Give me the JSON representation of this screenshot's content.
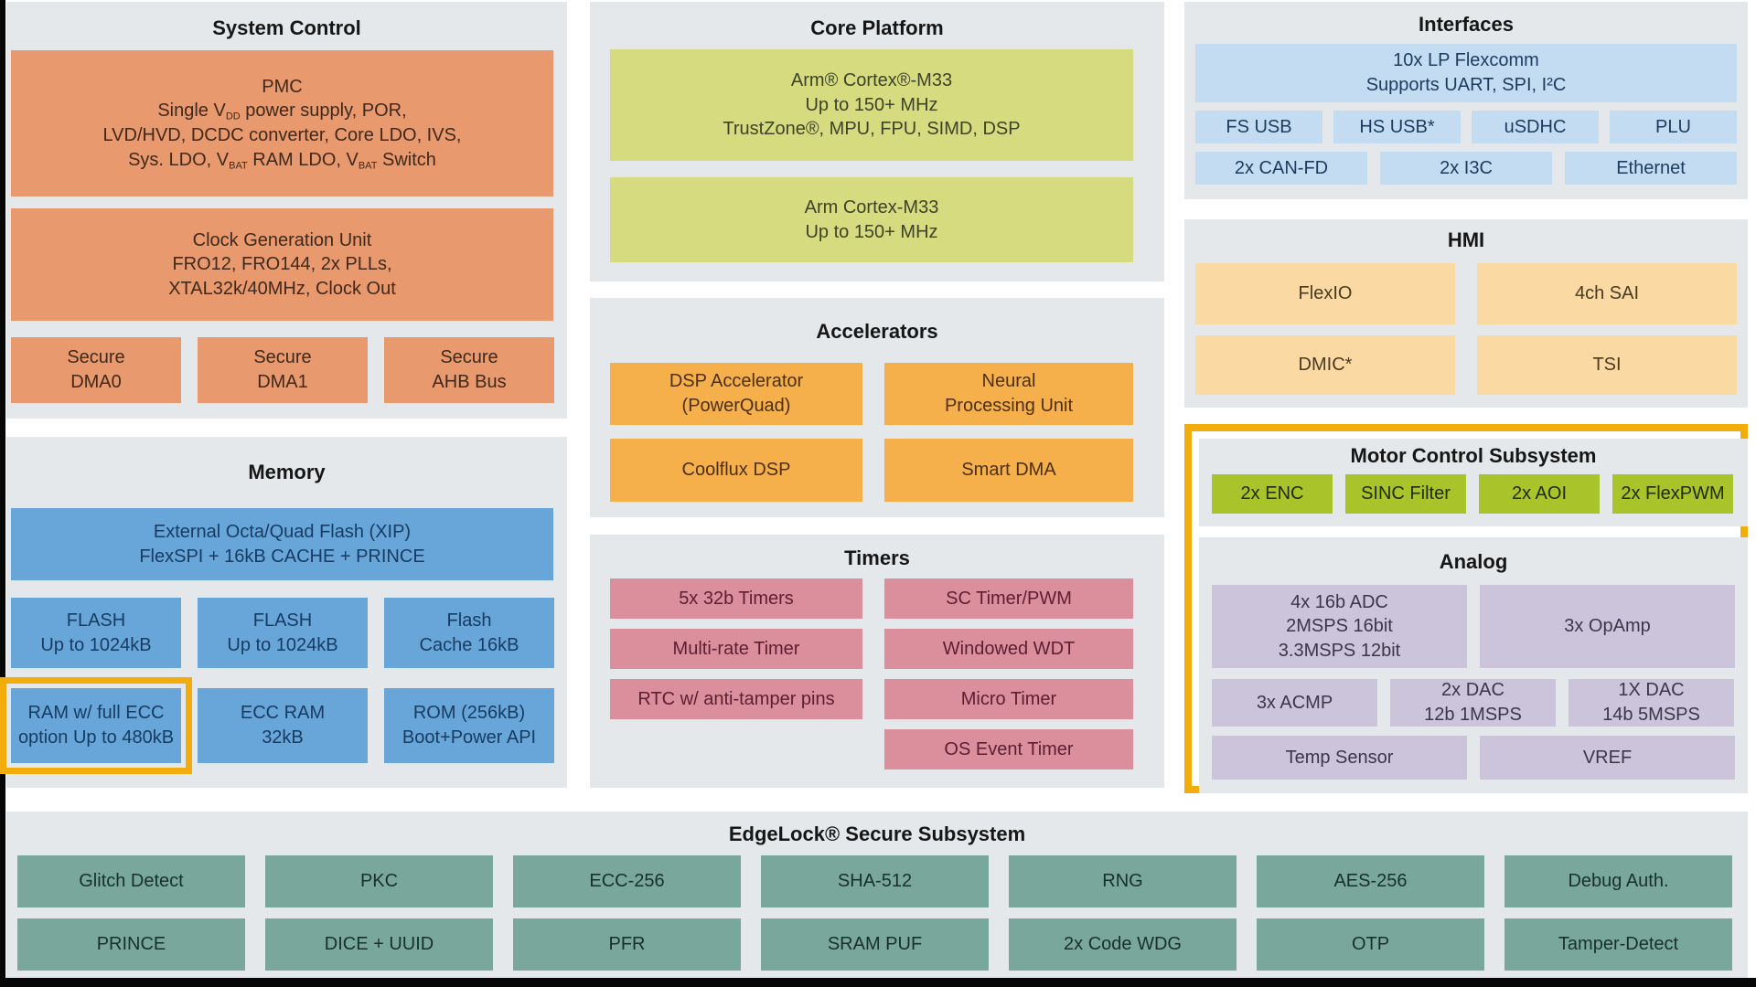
{
  "colors": {
    "panel_bg": "#e4e8ea",
    "highlight": "#f2ad0d",
    "title_text": "#161616",
    "sc_block": "#e8996e",
    "sc_text": "#40291a",
    "mem_block": "#68a6da",
    "mem_text": "#173c63",
    "cpu_block": "#d6db7f",
    "cpu_text": "#3d4328",
    "acc_block": "#f5b04c",
    "acc_text": "#4d2f10",
    "tim_block": "#db8e9c",
    "tim_text": "#5c1f32",
    "int_block": "#c3dcf2",
    "int_text": "#1c3b5e",
    "hmi_block": "#fbd9a2",
    "hmi_text": "#4a3a22",
    "mot_block": "#a9c32b",
    "mot_text": "#222a00",
    "ana_block": "#ccc4db",
    "ana_text": "#3c3647",
    "el_block": "#7aa79c",
    "el_text": "#17312a"
  },
  "system_control": {
    "title": "System Control",
    "pmc_lines": [
      [
        {
          "t": "PMC"
        }
      ],
      [
        {
          "t": "Single V"
        },
        {
          "s": "DD"
        },
        {
          "t": " power supply, POR,"
        }
      ],
      [
        {
          "t": "LVD/HVD, DCDC converter, Core LDO, IVS,"
        }
      ],
      [
        {
          "t": "Sys. LDO, V"
        },
        {
          "s": "BAT"
        },
        {
          "t": " RAM LDO, V"
        },
        {
          "s": "BAT"
        },
        {
          "t": " Switch"
        }
      ]
    ],
    "clock_gen": "Clock Generation Unit\nFRO12, FRO144, 2x PLLs,\nXTAL32k/40MHz, Clock Out",
    "secure_row": [
      "Secure\nDMA0",
      "Secure\nDMA1",
      "Secure\nAHB Bus"
    ]
  },
  "memory": {
    "title": "Memory",
    "external_flash": "External Octa/Quad Flash (XIP)\nFlexSPI + 16kB CACHE + PRINCE",
    "row2": [
      "FLASH\nUp to 1024kB",
      "FLASH\nUp to 1024kB",
      "Flash\nCache 16kB"
    ],
    "row3": [
      "RAM w/ full ECC\noption Up to 480kB",
      "ECC RAM\n32kB",
      "ROM (256kB)\nBoot+Power API"
    ]
  },
  "core_platform": {
    "title": "Core Platform",
    "cpu1": "Arm® Cortex®-M33\nUp to 150+ MHz\nTrustZone®, MPU, FPU, SIMD, DSP",
    "cpu2": "Arm Cortex-M33\nUp to 150+ MHz"
  },
  "accelerators": {
    "title": "Accelerators",
    "blocks": [
      "DSP Accelerator\n(PowerQuad)",
      "Neural\nProcessing Unit",
      "Coolflux DSP",
      "Smart DMA"
    ]
  },
  "timers": {
    "title": "Timers",
    "left": [
      "5x 32b Timers",
      "Multi-rate Timer",
      "RTC w/ anti-tamper pins"
    ],
    "right": [
      "SC Timer/PWM",
      "Windowed WDT",
      "Micro Timer",
      "OS Event Timer"
    ]
  },
  "interfaces": {
    "title": "Interfaces",
    "flexcomm": "10x LP Flexcomm\nSupports UART, SPI, I²C",
    "row2": [
      "FS USB",
      "HS USB*",
      "uSDHC",
      "PLU"
    ],
    "row3": [
      "2x CAN-FD",
      "2x I3C",
      "Ethernet"
    ]
  },
  "hmi": {
    "title": "HMI",
    "blocks": [
      "FlexIO",
      "4ch SAI",
      "DMIC*",
      "TSI"
    ]
  },
  "motor_control": {
    "title": "Motor Control Subsystem",
    "blocks": [
      "2x ENC",
      "SINC Filter",
      "2x AOI",
      "2x FlexPWM"
    ]
  },
  "analog": {
    "title": "Analog",
    "adc": "4x 16b ADC\n2MSPS 16bit\n3.3MSPS 12bit",
    "opamp": "3x OpAmp",
    "row2": [
      "3x ACMP",
      "2x DAC\n12b 1MSPS",
      "1X DAC\n14b 5MSPS"
    ],
    "row3": [
      "Temp Sensor",
      "VREF"
    ]
  },
  "edgelock": {
    "title": "EdgeLock® Secure Subsystem",
    "row1": [
      "Glitch Detect",
      "PKC",
      "ECC-256",
      "SHA-512",
      "RNG",
      "AES-256",
      "Debug Auth."
    ],
    "row2": [
      "PRINCE",
      "DICE + UUID",
      "PFR",
      "SRAM PUF",
      "2x Code WDG",
      "OTP",
      "Tamper-Detect"
    ]
  }
}
